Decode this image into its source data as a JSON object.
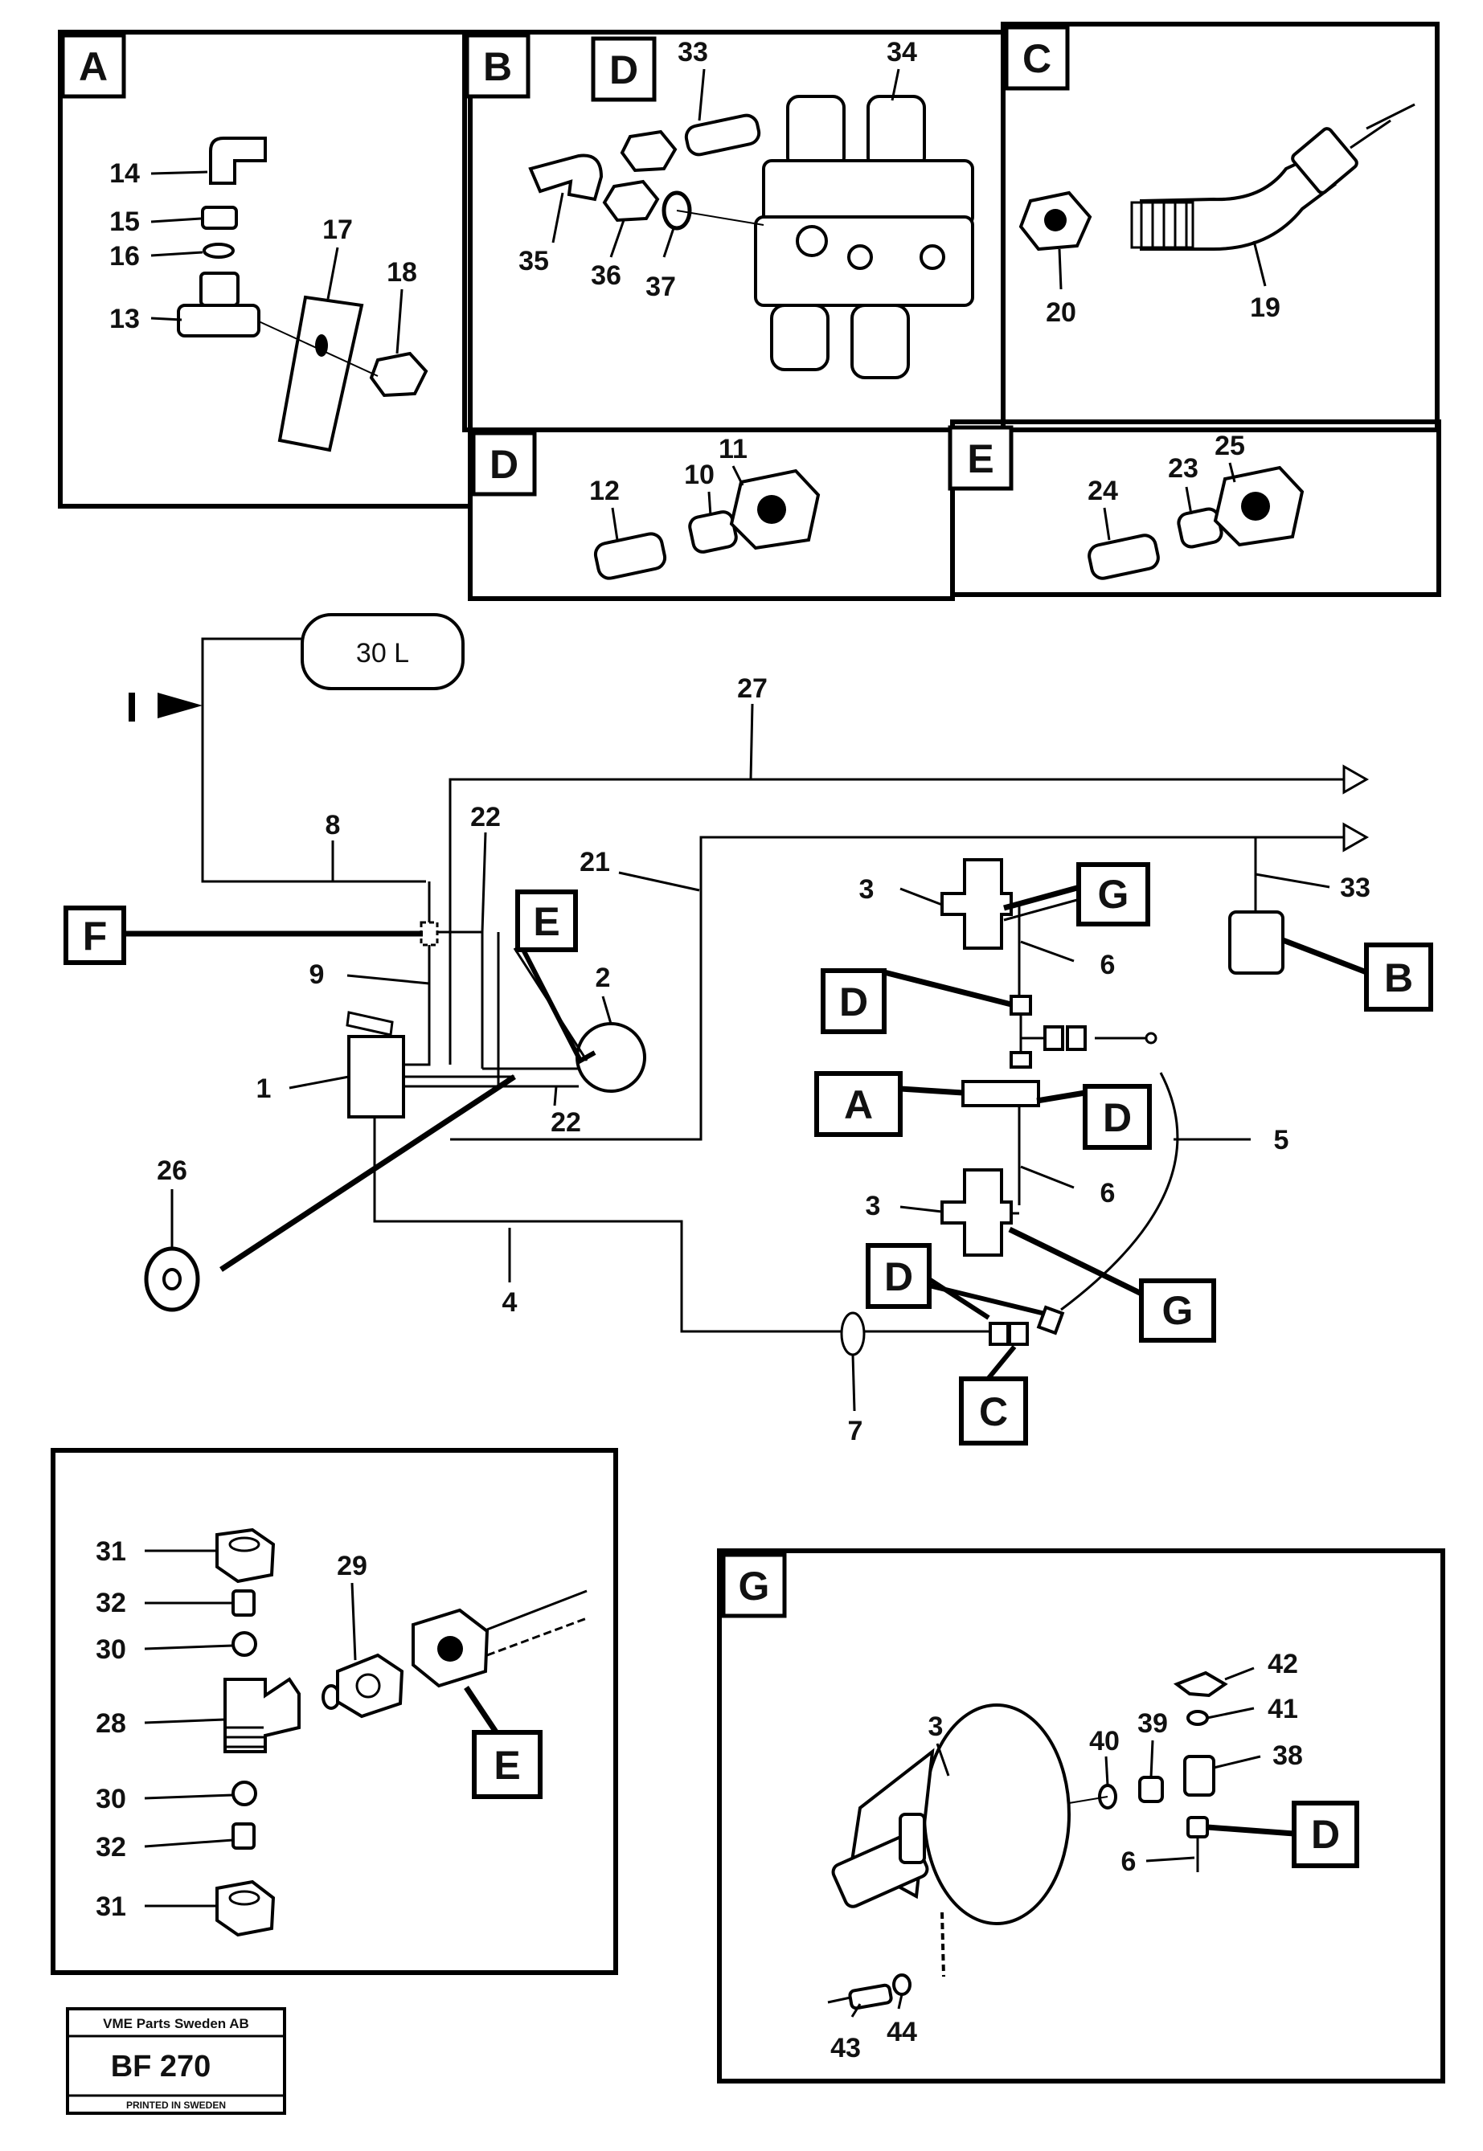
{
  "panels": {
    "A": {
      "letter": "A",
      "parts": [
        "14",
        "15",
        "16",
        "17",
        "18",
        "13"
      ]
    },
    "B": {
      "letter": "B",
      "inset_letter": "D",
      "parts": [
        "33",
        "34",
        "35",
        "36",
        "37"
      ]
    },
    "C": {
      "letter": "C",
      "parts": [
        "20",
        "19"
      ]
    },
    "D": {
      "letter": "D",
      "parts": [
        "12",
        "10",
        "11"
      ]
    },
    "E": {
      "letter": "E",
      "parts": [
        "24",
        "23",
        "25"
      ]
    },
    "F_detail": {
      "parts": [
        "31",
        "32",
        "30",
        "28",
        "29",
        "30",
        "32",
        "31"
      ],
      "ref_letter": "E"
    },
    "G": {
      "letter": "G",
      "parts": [
        "3",
        "40",
        "39",
        "42",
        "41",
        "38",
        "6",
        "43",
        "44"
      ],
      "ref_letter": "D"
    }
  },
  "schematic": {
    "tank_label": "30 L",
    "inlet_label": "I",
    "callouts": {
      "F": "F",
      "E": "E",
      "G1": "G",
      "B": "B",
      "D1": "D",
      "A": "A",
      "D2": "D",
      "G2": "G",
      "D3": "D",
      "C": "C"
    },
    "numbers": [
      "27",
      "8",
      "22",
      "21",
      "33",
      "3",
      "6",
      "2",
      "9",
      "1",
      "22",
      "5",
      "26",
      "3",
      "6",
      "4",
      "7"
    ]
  },
  "footer": {
    "company": "VME Parts Sweden AB",
    "code": "BF 270",
    "printed": "PRINTED IN SWEDEN"
  }
}
